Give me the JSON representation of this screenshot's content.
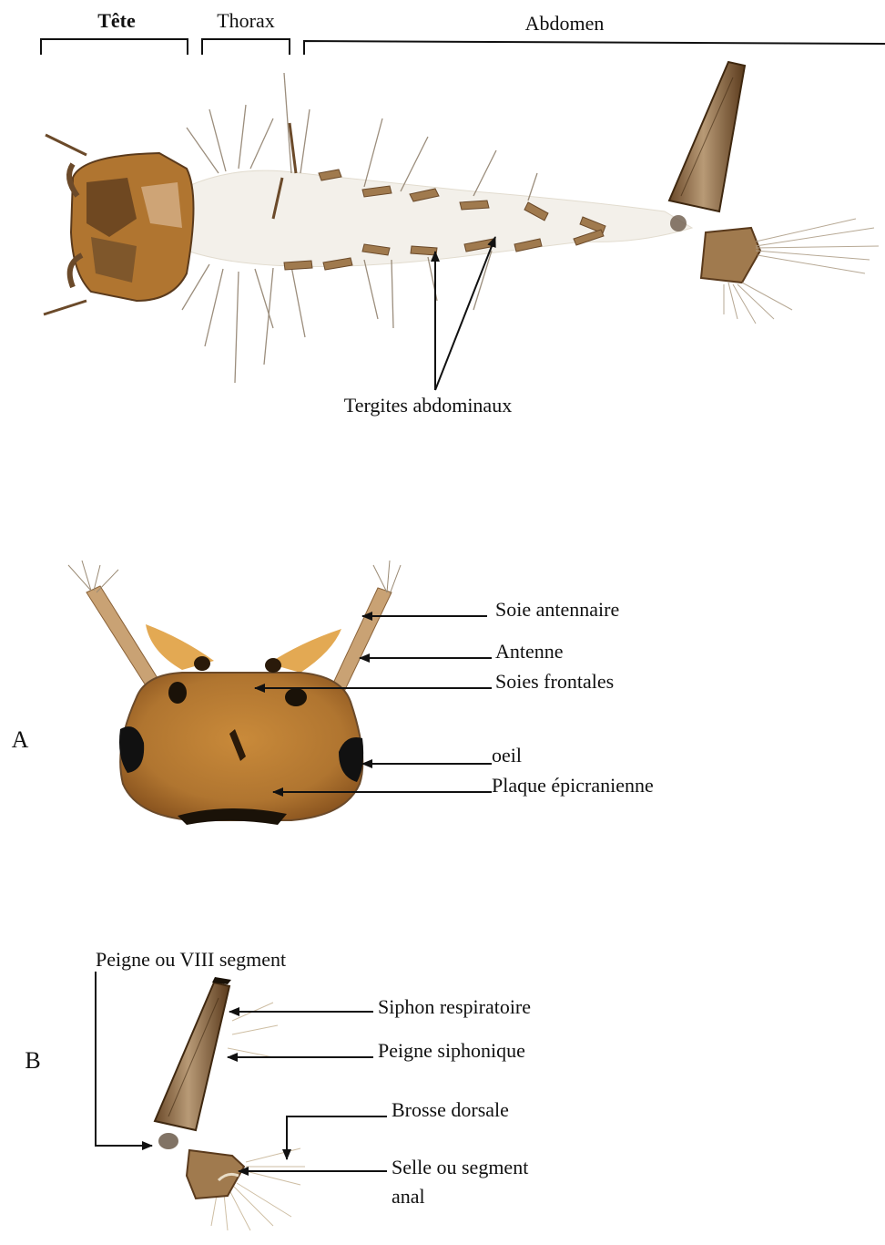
{
  "top": {
    "regions": [
      "Tête",
      "Thorax",
      "Abdomen"
    ],
    "tergites_label": "Tergites abdominaux"
  },
  "panel_a": {
    "letter": "A",
    "labels": [
      "Soie antennaire",
      "Antenne",
      "Soies frontales",
      "oeil",
      "Plaque épicranienne"
    ]
  },
  "panel_b": {
    "letter": "B",
    "comb_label": "Peigne ou VIII segment",
    "labels": [
      "Siphon respiratoire",
      "Peigne siphonique",
      "Brosse dorsale"
    ],
    "selle_line1": "Selle ou segment",
    "selle_line2": "anal"
  },
  "colors": {
    "chitin_dark": "#5a3a1c",
    "chitin_mid": "#8a6238",
    "head_brown": "#b07530",
    "hair": "#c9b79a",
    "body_pale": "#f3f0ea"
  }
}
